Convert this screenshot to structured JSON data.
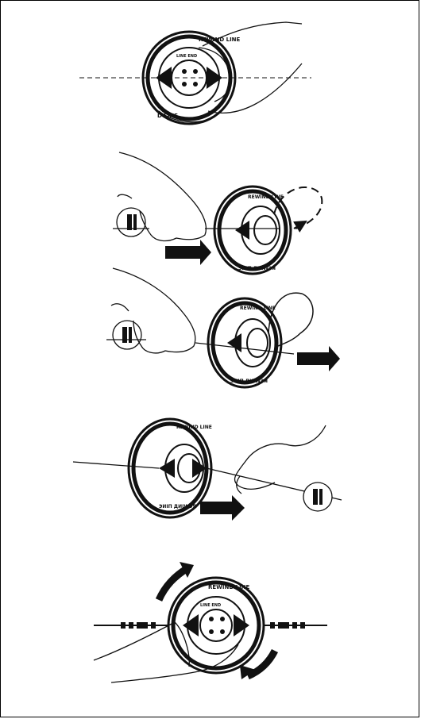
{
  "labels": {
    "rewind_line": "REWIND LINE",
    "line_ends": "LINE END",
    "d_line": "D LINE",
    "rewind_line_inverted": "ЭИIП ДИIWЭЯ"
  },
  "colors": {
    "ink": "#111111",
    "paper": "#ffffff",
    "frame": "#000000"
  },
  "icons": [
    "hand-icon",
    "arrow-right-icon",
    "curved-arrow-icon",
    "dashed-loop-icon",
    "line-hole-icon"
  ]
}
